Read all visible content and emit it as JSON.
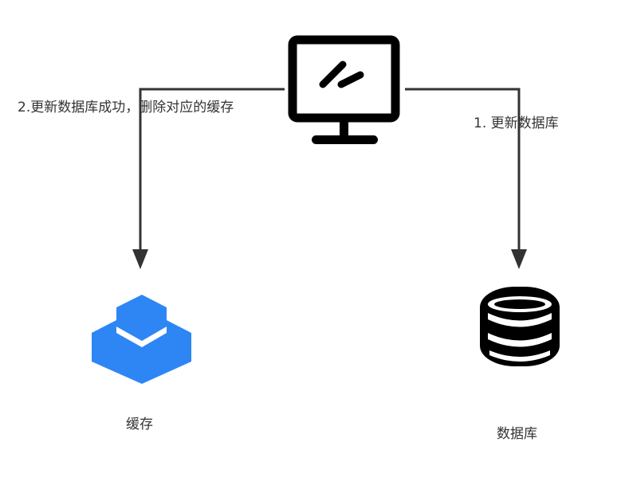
{
  "labels": {
    "step2": "2.更新数据库成功，删除对应的缓存",
    "step1": "1. 更新数据库",
    "cache": "缓存",
    "database": "数据库"
  },
  "colors": {
    "line": "#333333",
    "icon_dark": "#000000",
    "cache_blue": "#2e86f5"
  },
  "icons": {
    "client": "monitor-icon",
    "cache": "cache-cube-icon",
    "database": "database-icon"
  }
}
